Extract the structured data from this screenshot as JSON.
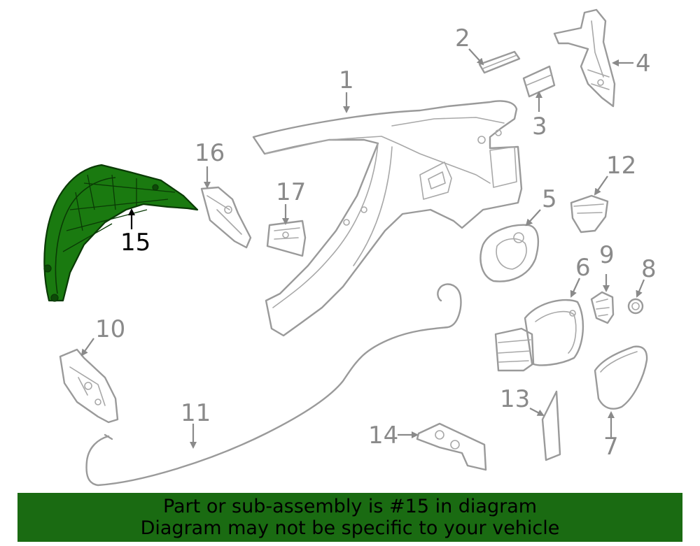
{
  "highlight_color": "#1a7a10",
  "banner_color": "#1a6b12",
  "highlighted_part": "15",
  "callouts": [
    "1",
    "2",
    "3",
    "4",
    "5",
    "6",
    "7",
    "8",
    "9",
    "10",
    "11",
    "12",
    "13",
    "14",
    "15",
    "16",
    "17"
  ],
  "banner": {
    "line1": "Part or sub-assembly is #15 in diagram",
    "line2": "Diagram may not be specific to your vehicle"
  }
}
